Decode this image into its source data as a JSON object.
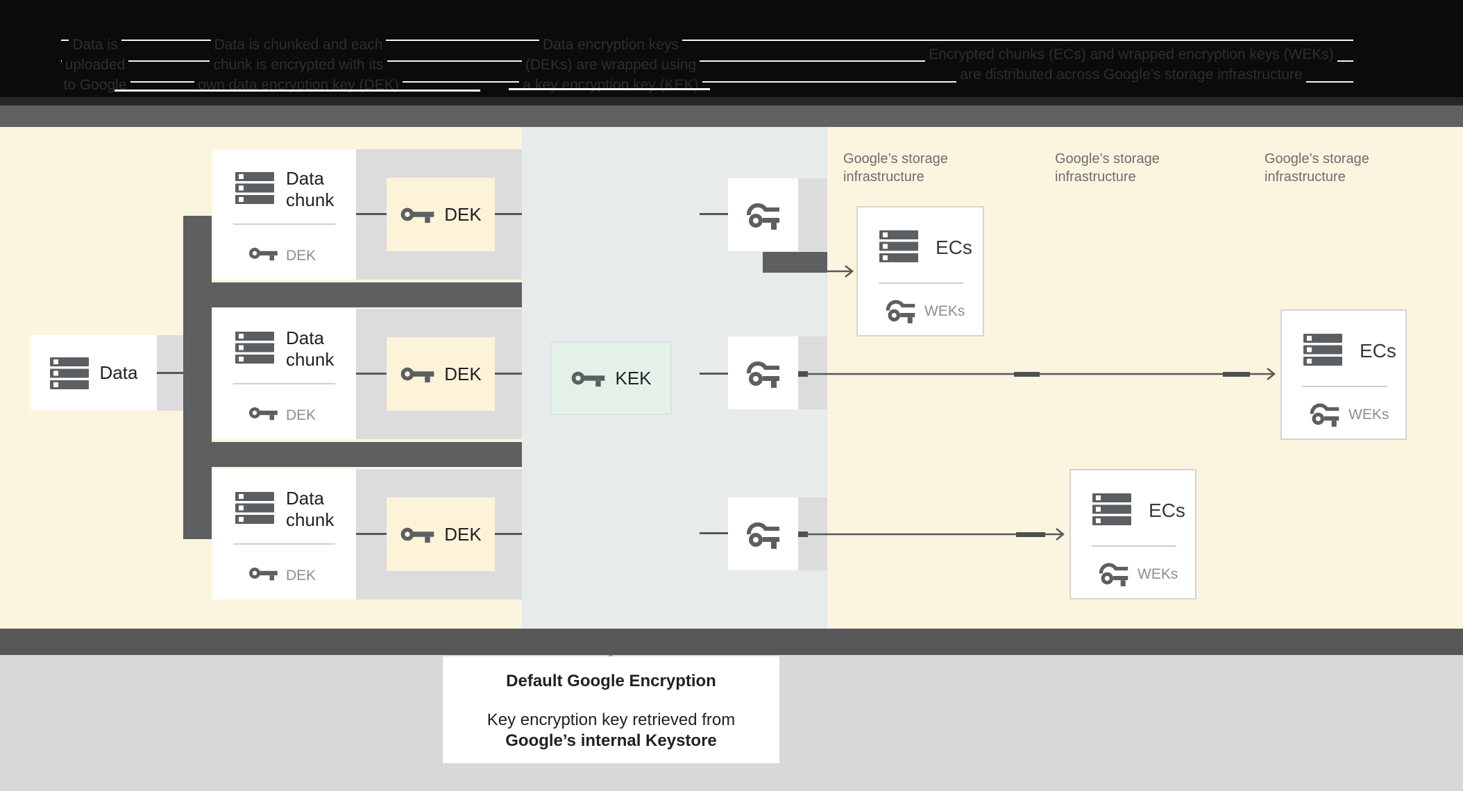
{
  "header": {
    "columns": [
      {
        "lines": [
          "Data is",
          "uploaded",
          "to Google"
        ]
      },
      {
        "lines": [
          "Data is chunked and each",
          "chunk is encrypted with its",
          "own data encryption key (DEK)"
        ]
      },
      {
        "lines": [
          "Data encryption keys",
          "(DEKs) are wrapped using",
          "a key encryption key (KEK)"
        ]
      },
      {
        "lines": [
          "Encrypted chunks (ECs) and wrapped encryption keys (WEKs)",
          "are distributed across Google’s storage infrastructure"
        ]
      }
    ]
  },
  "diagram": {
    "data_box": {
      "label": "Data"
    },
    "chunks": [
      {
        "title_lines": [
          "Data",
          "chunk"
        ],
        "key_label": "DEK"
      },
      {
        "title_lines": [
          "Data",
          "chunk"
        ],
        "key_label": "DEK"
      },
      {
        "title_lines": [
          "Data",
          "chunk"
        ],
        "key_label": "DEK"
      }
    ],
    "dek_boxes": [
      {
        "label": "DEK"
      },
      {
        "label": "DEK"
      },
      {
        "label": "DEK"
      }
    ],
    "kek_box": {
      "label": "KEK"
    },
    "storage_labels": [
      {
        "lines": [
          "Google’s storage",
          "infrastructure"
        ]
      },
      {
        "lines": [
          "Google’s storage",
          "infrastructure"
        ]
      },
      {
        "lines": [
          "Google’s storage",
          "infrastructure"
        ]
      }
    ],
    "ecs_boxes": [
      {
        "label": "ECs",
        "key_label": "WEKs"
      },
      {
        "label": "ECs",
        "key_label": "WEKs"
      },
      {
        "label": "ECs",
        "key_label": "WEKs"
      }
    ]
  },
  "caption": {
    "title": "Default Google Encryption",
    "line2": "Key encryption key retrieved from",
    "line3": "Google’s internal Keystore"
  },
  "colors": {
    "cream_background": "#fbf5e0",
    "middle_band": "#e8ebeb",
    "gray_band": "#dcdcdc",
    "dark_connector": "#5d5f60",
    "dek_fill": "#fcf3d8",
    "kek_fill": "#e4f1e9",
    "icon_gray": "#5c5f61",
    "top_bar": "#616161",
    "bottom_bar": "#575757"
  }
}
